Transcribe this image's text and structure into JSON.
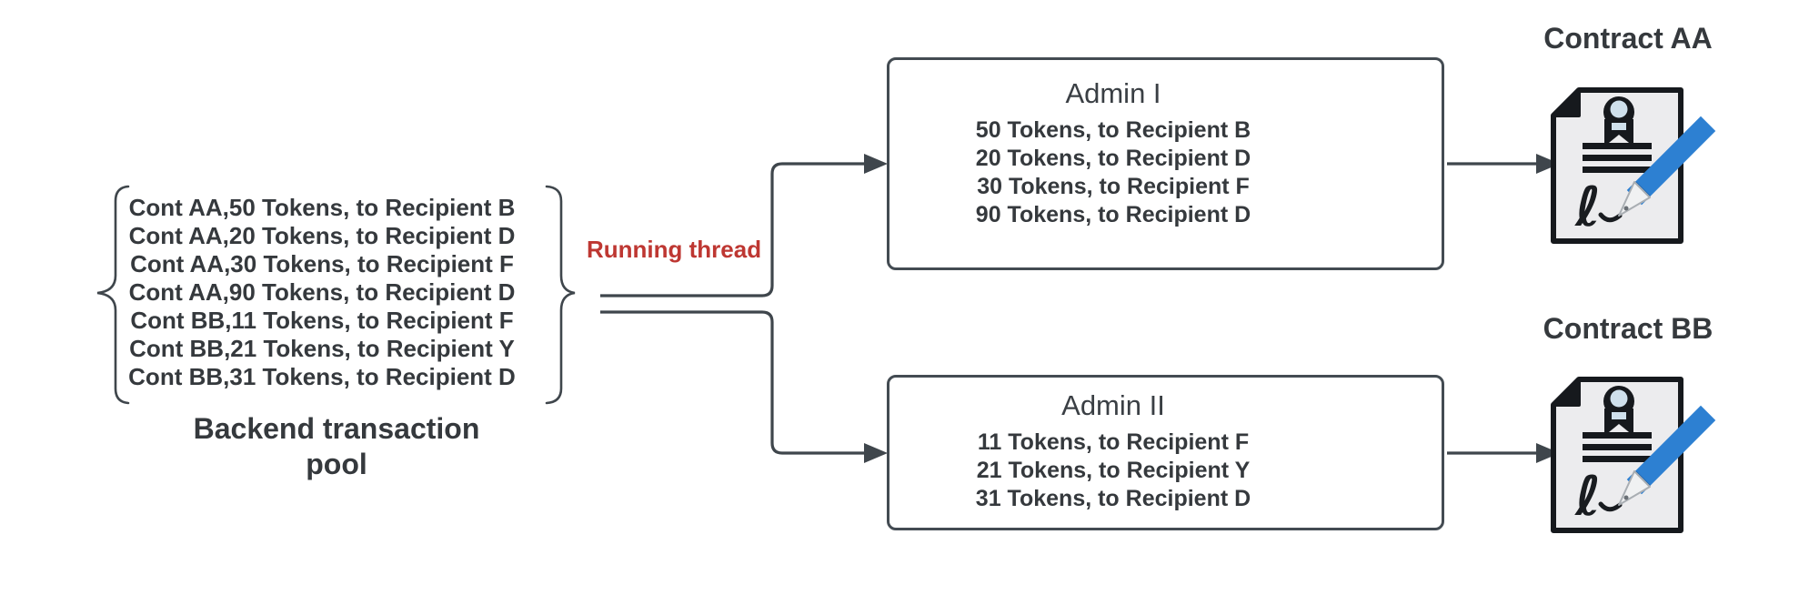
{
  "diagram": {
    "pool": {
      "transactions": [
        "Cont AA,50 Tokens, to Recipient B",
        "Cont AA,20 Tokens, to Recipient D",
        "Cont AA,30 Tokens, to Recipient F",
        "Cont AA,90 Tokens, to Recipient D",
        "Cont BB,11 Tokens, to Recipient F",
        "Cont BB,21 Tokens, to Recipient Y",
        "Cont BB,31 Tokens, to Recipient D"
      ],
      "caption_line1": "Backend transaction",
      "caption_line2": "pool"
    },
    "thread_label": "Running thread",
    "admin1": {
      "title": "Admin I",
      "transactions": [
        "50 Tokens, to Recipient B",
        "20 Tokens, to Recipient D",
        "30 Tokens, to Recipient F",
        "90 Tokens, to Recipient D"
      ]
    },
    "admin2": {
      "title": "Admin II",
      "transactions": [
        "11 Tokens, to Recipient F",
        "21 Tokens, to Recipient Y",
        "31 Tokens, to Recipient D"
      ]
    },
    "contract1": {
      "label": "Contract AA"
    },
    "contract2": {
      "label": "Contract BB"
    },
    "colors": {
      "text": "#35393d",
      "line": "#3f464c",
      "thread_red": "#be3732",
      "pen_blue": "#2d80d2",
      "doc_fill": "#ececee",
      "doc_stroke": "#16191d",
      "badge_blue": "#cfe0ec"
    }
  }
}
